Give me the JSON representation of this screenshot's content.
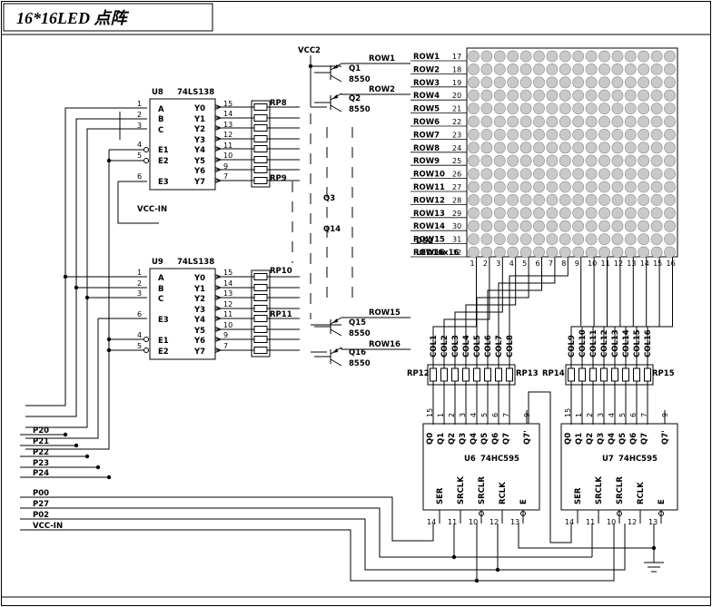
{
  "title": "16*16LED 点阵",
  "power": {
    "vcc2": "VCC2",
    "vcc_in": "VCC-IN"
  },
  "decoders": [
    {
      "ref": "U8",
      "part": "74LS138",
      "inputs": [
        "A",
        "B",
        "C",
        "E1",
        "E2",
        "E3"
      ],
      "outputs": [
        "Y0",
        "Y1",
        "Y2",
        "Y3",
        "Y4",
        "Y5",
        "Y6",
        "Y7"
      ],
      "in_pins": [
        "1",
        "2",
        "3",
        "4",
        "5",
        "6"
      ],
      "out_pins": [
        "15",
        "14",
        "13",
        "12",
        "11",
        "10",
        "9",
        "7"
      ]
    },
    {
      "ref": "U9",
      "part": "74LS138",
      "inputs": [
        "A",
        "B",
        "C",
        "E3",
        "E1",
        "E2"
      ],
      "outputs": [
        "Y0",
        "Y1",
        "Y2",
        "Y3",
        "Y4",
        "Y5",
        "Y6",
        "Y7"
      ],
      "in_pins": [
        "1",
        "2",
        "3",
        "6",
        "4",
        "5"
      ],
      "out_pins": [
        "15",
        "14",
        "13",
        "12",
        "11",
        "10",
        "9",
        "7"
      ]
    }
  ],
  "resistor_packs": [
    "RP8",
    "RP9",
    "RP10",
    "RP11",
    "RP12",
    "RP13",
    "RP14",
    "RP15"
  ],
  "transistors": [
    {
      "ref": "Q1",
      "part": "8550",
      "row": "ROW1"
    },
    {
      "ref": "Q2",
      "part": "8550",
      "row": "ROW2"
    },
    {
      "ref": "Q3",
      "part": "",
      "row": ""
    },
    {
      "ref": "Q14",
      "part": "",
      "row": ""
    },
    {
      "ref": "Q15",
      "part": "8550",
      "row": "ROW15"
    },
    {
      "ref": "Q16",
      "part": "8550",
      "row": "ROW16"
    }
  ],
  "matrix": {
    "ref": "DS2",
    "part": "LED16x16",
    "rows": 16,
    "cols": 16,
    "row_labels": [
      "ROW1",
      "ROW2",
      "ROW3",
      "ROW4",
      "ROW5",
      "ROW6",
      "ROW7",
      "ROW8",
      "ROW9",
      "ROW10",
      "ROW11",
      "ROW12",
      "ROW13",
      "ROW14",
      "ROW15",
      "ROW16"
    ],
    "row_pins": [
      "17",
      "18",
      "19",
      "20",
      "21",
      "22",
      "23",
      "24",
      "25",
      "26",
      "27",
      "28",
      "29",
      "30",
      "31",
      "32"
    ],
    "col_pins": [
      "1",
      "2",
      "3",
      "4",
      "5",
      "6",
      "7",
      "8",
      "9",
      "10",
      "11",
      "12",
      "13",
      "14",
      "15",
      "16"
    ]
  },
  "col_labels": [
    "COL1",
    "COL2",
    "COL3",
    "COL4",
    "COL5",
    "COL6",
    "COL7",
    "COL8",
    "COL9",
    "COL10",
    "COL11",
    "COL12",
    "COL13",
    "COL14",
    "COL15",
    "COL16"
  ],
  "shift_registers": [
    {
      "ref": "U6",
      "part": "74HC595",
      "outputs": [
        "Q0",
        "Q1",
        "Q2",
        "Q3",
        "Q4",
        "Q5",
        "Q6",
        "Q7"
      ],
      "out_pins": [
        "15",
        "1",
        "2",
        "3",
        "4",
        "5",
        "6",
        "7"
      ],
      "q7s_pin": "9",
      "q7s": "Q7'",
      "inputs": [
        "SER",
        "SRCLK",
        "SRCLR",
        "RCLK",
        "E"
      ],
      "in_pins": [
        "14",
        "11",
        "10",
        "12",
        "13"
      ]
    },
    {
      "ref": "U7",
      "part": "74HC595",
      "outputs": [
        "Q0",
        "Q1",
        "Q2",
        "Q3",
        "Q4",
        "Q5",
        "Q6",
        "Q7"
      ],
      "out_pins": [
        "15",
        "1",
        "2",
        "3",
        "4",
        "5",
        "6",
        "7"
      ],
      "q7s_pin": "9",
      "q7s": "Q7'",
      "inputs": [
        "SER",
        "SRCLK",
        "SRCLR",
        "RCLK",
        "E"
      ],
      "in_pins": [
        "14",
        "11",
        "10",
        "12",
        "13"
      ]
    }
  ],
  "port_lines": {
    "decoder_bus": [
      "P20",
      "P21",
      "P22",
      "P23",
      "P24"
    ],
    "shift_bus": [
      "P00",
      "P27",
      "P02",
      "VCC-IN"
    ]
  }
}
